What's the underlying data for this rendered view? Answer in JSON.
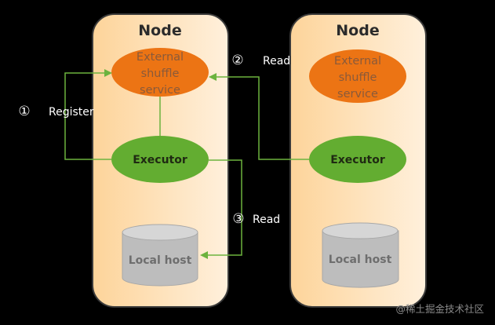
{
  "diagram": {
    "nodes": [
      {
        "title": "Node",
        "shuffle_service": [
          "External",
          "shuffle",
          "service"
        ],
        "executor": "Executor",
        "storage": "Local host"
      },
      {
        "title": "Node",
        "shuffle_service": [
          "External",
          "shuffle",
          "service"
        ],
        "executor": "Executor",
        "storage": "Local host"
      }
    ],
    "steps": [
      {
        "number": "①",
        "label": "Register"
      },
      {
        "number": "②",
        "label": "Read"
      },
      {
        "number": "③",
        "label": "Read"
      }
    ],
    "watermark": "@稀土掘金技术社区"
  },
  "colors": {
    "background": "#000000",
    "node_fill_start": "#fdd49a",
    "node_fill_end": "#fff0dc",
    "shuffle_service": "#ec7414",
    "executor": "#63ad31",
    "storage": "#bdbdbd",
    "storage_top": "#d6d6d6",
    "arrow": "#6cb33e"
  }
}
